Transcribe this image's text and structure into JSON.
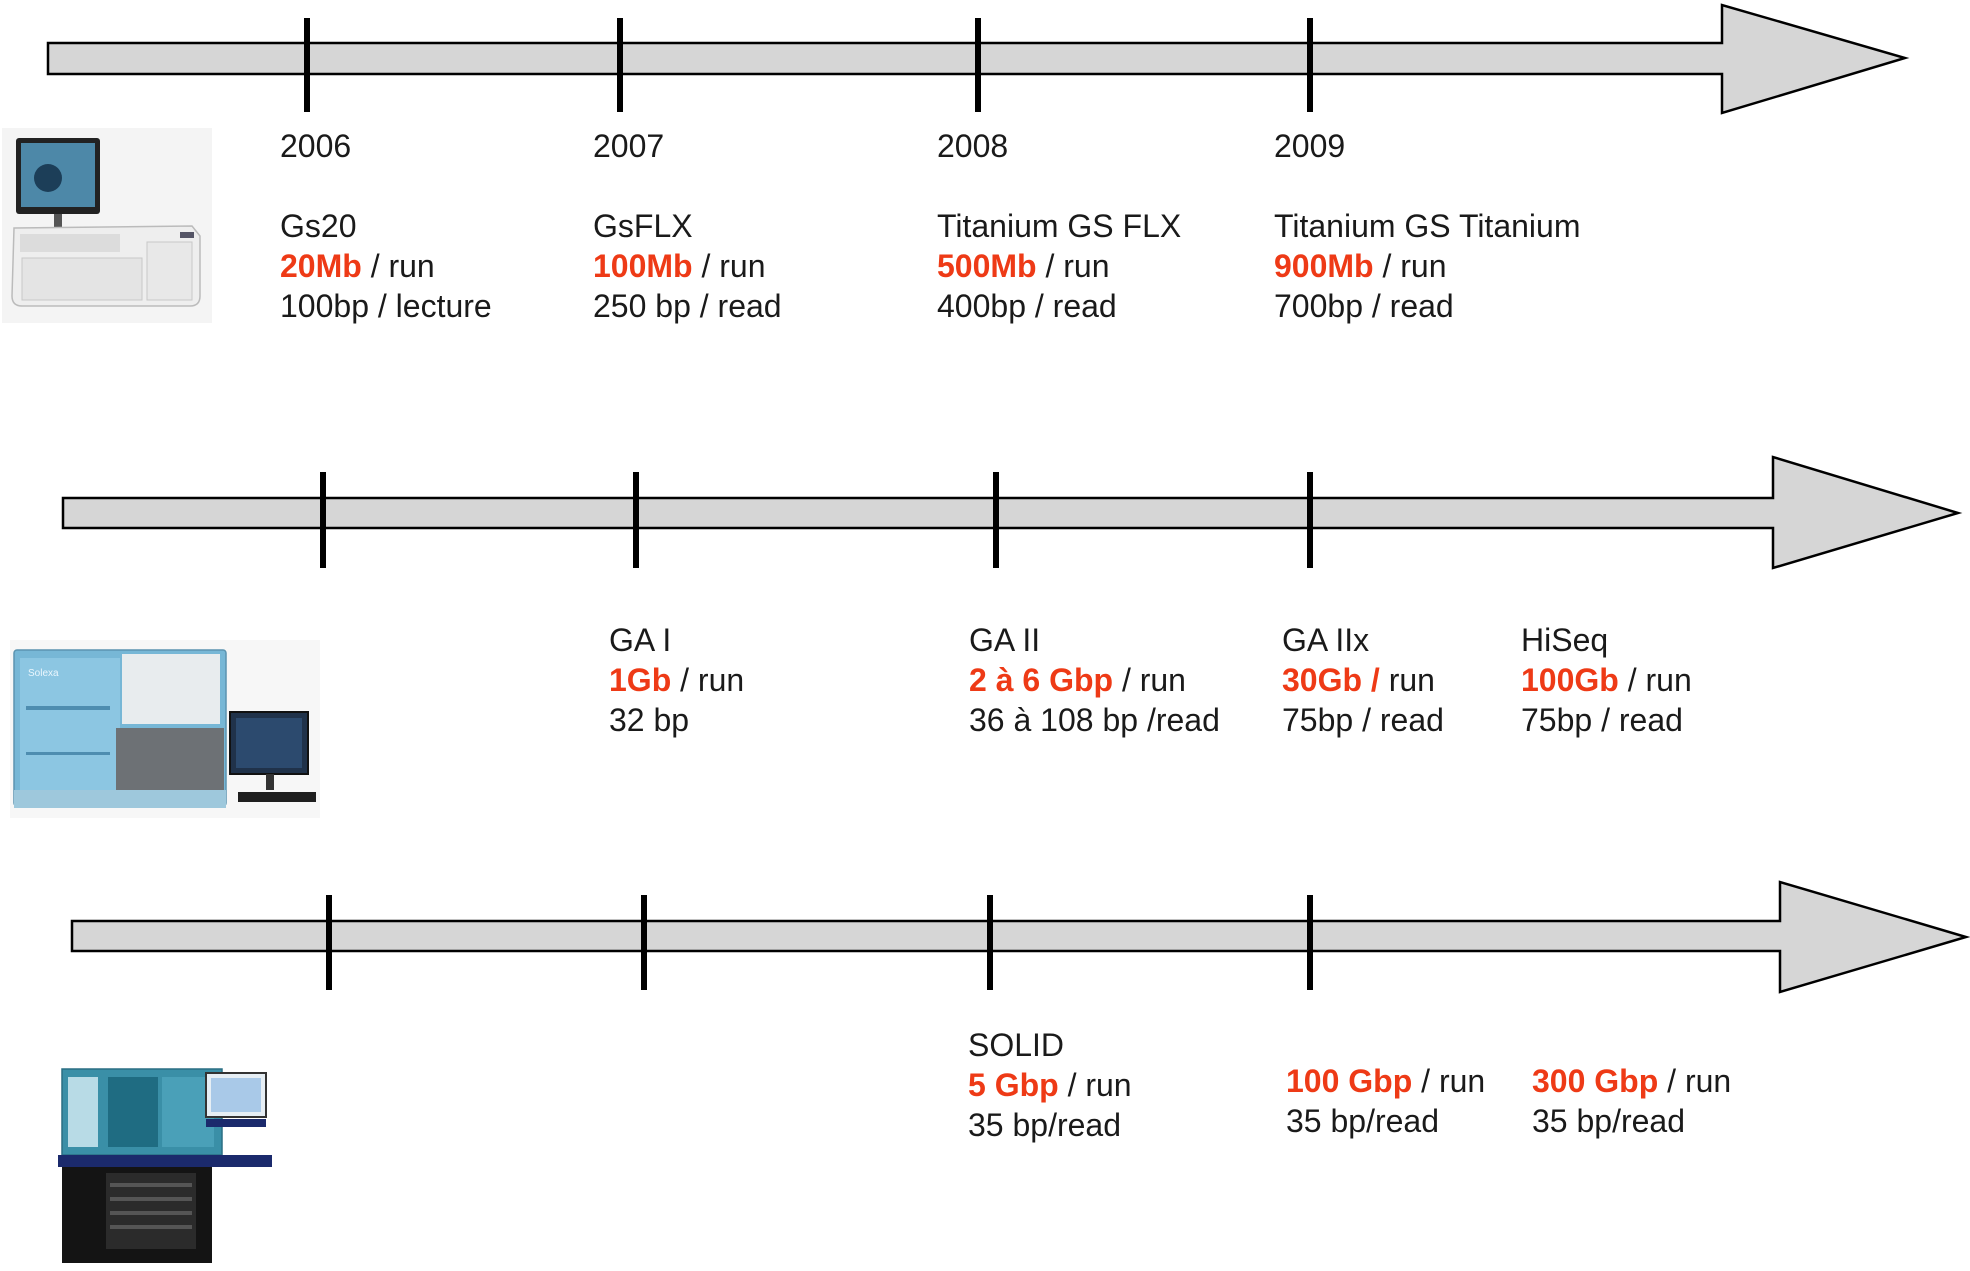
{
  "colors": {
    "arrow_fill": "#d6d6d6",
    "highlight": "#ee3a16",
    "text": "#1a1a1a"
  },
  "timeline_454": {
    "years": [
      "2006",
      "2007",
      "2008",
      "2009"
    ],
    "entries": [
      {
        "name": "Gs20",
        "throughput": "20Mb",
        "throughput_unit": " / run",
        "read_length": "100bp / lecture"
      },
      {
        "name": "GsFLX",
        "throughput": "100Mb",
        "throughput_unit": " / run",
        "read_length": "250 bp / read"
      },
      {
        "name": "Titanium GS FLX",
        "throughput": "500Mb",
        "throughput_unit": " / run",
        "read_length": "400bp / read"
      },
      {
        "name": "Titanium GS Titanium",
        "throughput": "900Mb",
        "throughput_unit": " / run",
        "read_length": "700bp / read"
      }
    ]
  },
  "timeline_solexa": {
    "instrument_brand": "Solexa",
    "entries": [
      {
        "name": "GA I",
        "throughput": "1Gb",
        "throughput_unit": " / run",
        "read_length": "32 bp"
      },
      {
        "name": "GA II",
        "throughput": "2 à 6 Gbp",
        "throughput_unit": " / run",
        "read_length": "36 à 108 bp /read"
      },
      {
        "name": "GA IIx",
        "throughput": "30Gb /",
        "throughput_unit": " run",
        "read_length": "75bp / read"
      },
      {
        "name": "HiSeq",
        "throughput": "100Gb",
        "throughput_unit": " / run",
        "read_length": "75bp / read"
      }
    ]
  },
  "timeline_solid": {
    "entries": [
      {
        "name": "SOLID",
        "throughput": "5 Gbp",
        "throughput_unit": " / run",
        "read_length": "35 bp/read"
      },
      {
        "name": "",
        "throughput": "100 Gbp",
        "throughput_unit": " / run",
        "read_length": "35 bp/read"
      },
      {
        "name": "",
        "throughput": "300 Gbp",
        "throughput_unit": " / run",
        "read_length": "35 bp/read"
      }
    ]
  },
  "icons": [
    "454-sequencer-image",
    "solexa-genome-analyzer-image",
    "solid-sequencer-image"
  ]
}
